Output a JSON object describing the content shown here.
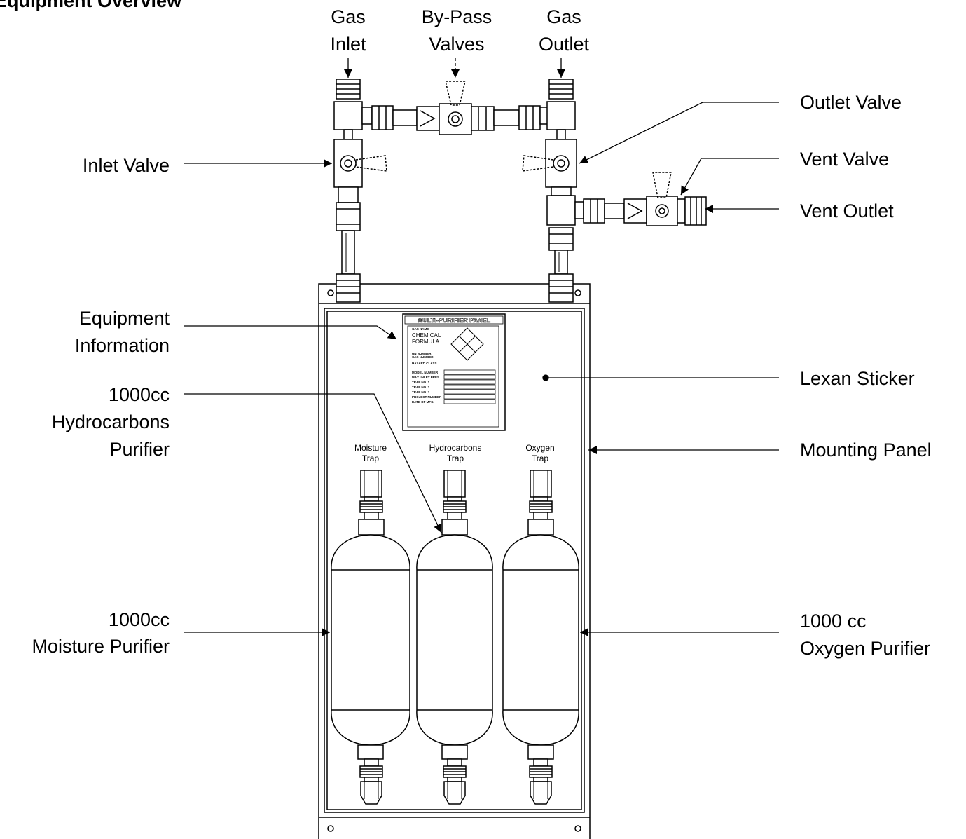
{
  "title": "Equipment Overview",
  "callouts": {
    "gas_inlet": [
      "Gas",
      "Inlet"
    ],
    "bypass_valves": [
      "By-Pass",
      "Valves"
    ],
    "gas_outlet": [
      "Gas",
      "Outlet"
    ],
    "outlet_valve": "Outlet Valve",
    "vent_valve": "Vent Valve",
    "vent_outlet": "Vent Outlet",
    "inlet_valve": "Inlet Valve",
    "equipment_information": [
      "Equipment",
      "Information"
    ],
    "hydrocarbons_purifier": [
      "1000cc",
      "Hydrocarbons",
      "Purifier"
    ],
    "lexan_sticker": "Lexan Sticker",
    "mounting_panel": "Mounting Panel",
    "moisture_purifier": [
      "1000cc",
      "Moisture Purifier"
    ],
    "oxygen_purifier": [
      "1000 cc",
      "Oxygen Purifier"
    ]
  },
  "traps": {
    "moisture": [
      "Moisture",
      "Trap"
    ],
    "hydrocarbons": [
      "Hydrocarbons",
      "Trap"
    ],
    "oxygen": [
      "Oxygen",
      "Trap"
    ]
  },
  "sticker": {
    "header": "MULTI-PURIFIER PANEL",
    "gas_name": "GAS NAME",
    "chemical_formula": [
      "CHEMICAL",
      "FORMULA"
    ],
    "un_number": "UN NUMBER",
    "cas_number": "CAS NUMBER",
    "hazard_class": "HAZARD CLASS",
    "fields": [
      "MODEL NUMBER",
      "MAX. INLET PRES.",
      "TRAP NO. 1",
      "TRAP NO. 2",
      "TRAP NO. 3",
      "PROJECT NUMBER",
      "DATE OF MFG."
    ]
  }
}
